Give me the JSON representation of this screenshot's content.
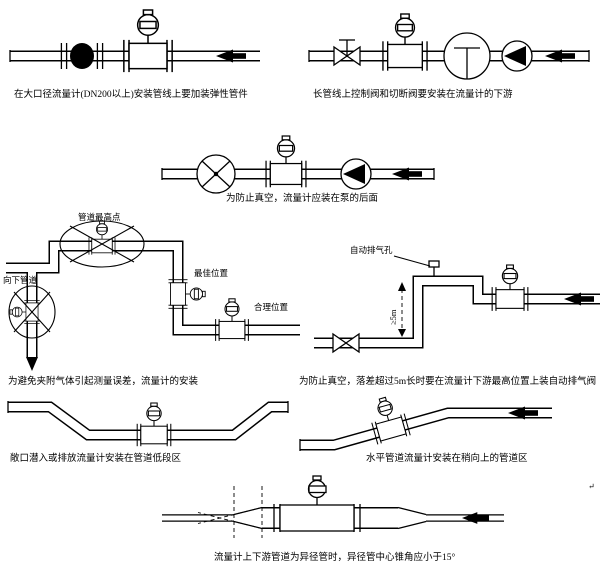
{
  "figure": {
    "bg": "#ffffff",
    "ink": "#000000"
  },
  "captions": {
    "elastic": "在大口径流量计(DN200以上)安装管线上要加装弹性管件",
    "valves_downstream": "长管线上控制阀和切断阀要安装在流量计的下游",
    "behind_pump": "为防止真空，流量计应装在泵的后面",
    "gas_error": "为避免夹附气体引起测量误差，流量计的安装",
    "auto_vent": "为防止真空，落差超过5m长时要在流量计下游最高位置上装自动排气阀",
    "low_section": "敞口潜入或排放流量计安装在管道低段区",
    "upward_section": "水平管道流量计安装在稍向上的管道区",
    "reducer_angle": "流量计上下游管道为异径管时，异径管中心锥角应小于15°"
  },
  "labels": {
    "pipe_highest_point": "管道最高点",
    "downward_pipe": "向下管道",
    "best_position": "最佳位置",
    "reasonable_position": "合理位置",
    "auto_vent_hole": "自动排气孔",
    "min_drop": "≥5m",
    "return_mark": "↵"
  }
}
